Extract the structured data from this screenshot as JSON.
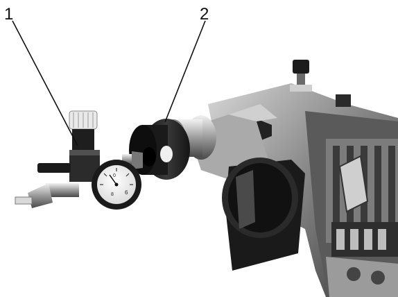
{
  "callouts": [
    {
      "label": "1",
      "part": "pressure-regulator"
    },
    {
      "label": "2",
      "part": "test-adapter"
    }
  ],
  "gauge_text": {
    "scale_top": "0",
    "scale_mid": "6",
    "scale_low": "8"
  },
  "colors": {
    "background": "#ffffff",
    "metal_dark": "#2a2a2a",
    "metal_mid": "#6e6e6e",
    "metal_light": "#bdbdbd",
    "leader_line": "#111111"
  }
}
